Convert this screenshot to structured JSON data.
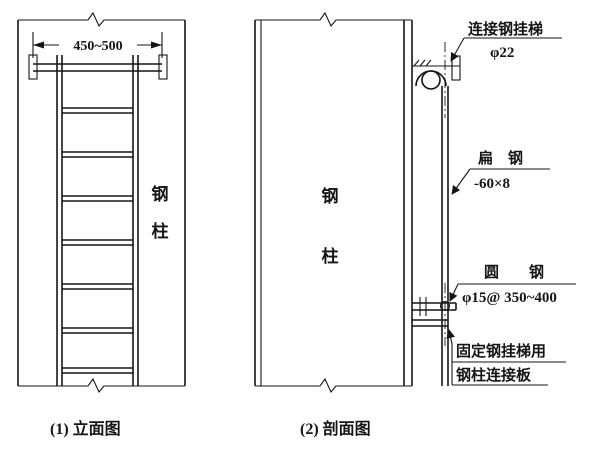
{
  "elevation": {
    "dimension_label": "450~500",
    "column_label": [
      "钢",
      "柱"
    ],
    "caption": "(1) 立面图"
  },
  "section": {
    "column_label": [
      "钢",
      "柱"
    ],
    "caption": "(2) 剖面图",
    "annotations": {
      "hook": {
        "line1": "连接钢挂梯",
        "line2": "φ22"
      },
      "flat_steel": {
        "line1": "扁　钢",
        "line2": "-60×8"
      },
      "round_steel": {
        "line1": "圆　　钢",
        "line2": "φ15@ 350~400"
      },
      "plate": {
        "line1": "固定钢挂梯用",
        "line2": "钢柱连接板"
      }
    }
  }
}
